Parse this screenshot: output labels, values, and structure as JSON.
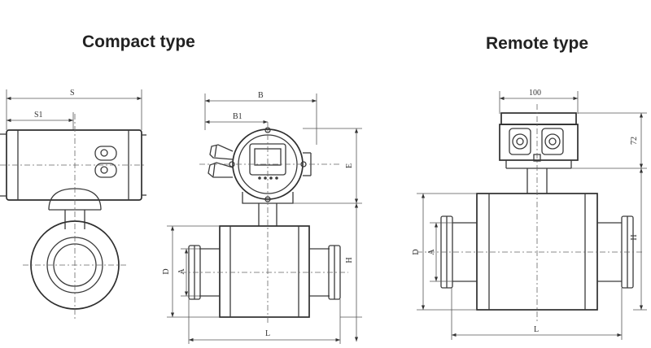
{
  "titles": {
    "compact": "Compact type",
    "remote": "Remote type"
  },
  "dimensions": {
    "compact_side": {
      "s": "S",
      "s1": "S1"
    },
    "compact_front": {
      "b": "B",
      "b1": "B1",
      "e": "E",
      "h": "H",
      "d": "D",
      "a": "A",
      "l": "L"
    },
    "remote_front": {
      "width": "100",
      "height": "72",
      "h": "H",
      "d": "D",
      "a": "A",
      "l": "L"
    }
  }
}
